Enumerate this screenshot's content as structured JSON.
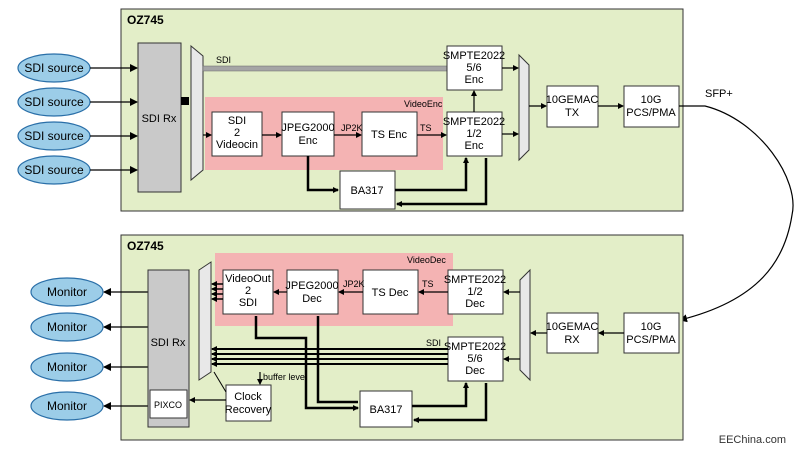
{
  "top_block": {
    "title": "OZ745",
    "sources": [
      "SDI source",
      "SDI source",
      "SDI source",
      "SDI source"
    ],
    "sdi_rx": "SDI Rx",
    "sdi_bus_label": "SDI",
    "video_region": "VideoEnc",
    "sdi2video": [
      "SDI",
      "2",
      "Videocin"
    ],
    "jpeg_enc": [
      "JPEG2000",
      "Enc"
    ],
    "jp2k_label": "JP2K",
    "ts_enc": "TS Enc",
    "ts_label": "TS",
    "smpte56": [
      "SMPTE2022",
      "5/6",
      "Enc"
    ],
    "smpte12": [
      "SMPTE2022",
      "1/2",
      "Enc"
    ],
    "mac": [
      "10GEMAC",
      "TX"
    ],
    "pcs": [
      "10G",
      "PCS/PMA"
    ],
    "ba317": "BA317"
  },
  "link_label": "SFP+",
  "bottom_block": {
    "title": "OZ745",
    "monitors": [
      "Monitor",
      "Monitor",
      "Monitor",
      "Monitor"
    ],
    "sdi_rx": "SDI Rx",
    "pixco": "PIXCO",
    "video_region": "VideoDec",
    "videoout": [
      "VideoOut",
      "2",
      "SDI"
    ],
    "jpeg_dec": [
      "JPEG2000",
      "Dec"
    ],
    "jp2k_label": "JP2K",
    "ts_dec": "TS Dec",
    "ts_label": "TS",
    "smpte12": [
      "SMPTE2022",
      "1/2",
      "Dec"
    ],
    "smpte56": [
      "SMPTE2022",
      "5/6",
      "Dec"
    ],
    "sdi_bus_label": "SDI",
    "mac": [
      "10GEMAC",
      "RX"
    ],
    "pcs": [
      "10G",
      "PCS/PMA"
    ],
    "clock": [
      "Clock",
      "Recovery"
    ],
    "buffer_label": "buffer level",
    "ba317": "BA317"
  },
  "watermark": "EEChina.com",
  "colors": {
    "panel": "#e3eec8",
    "video_region": "#f4b3b3",
    "oval": "#9ccde8",
    "sdi_rx": "#c9c9c9",
    "bus": "#a5a5a5"
  }
}
